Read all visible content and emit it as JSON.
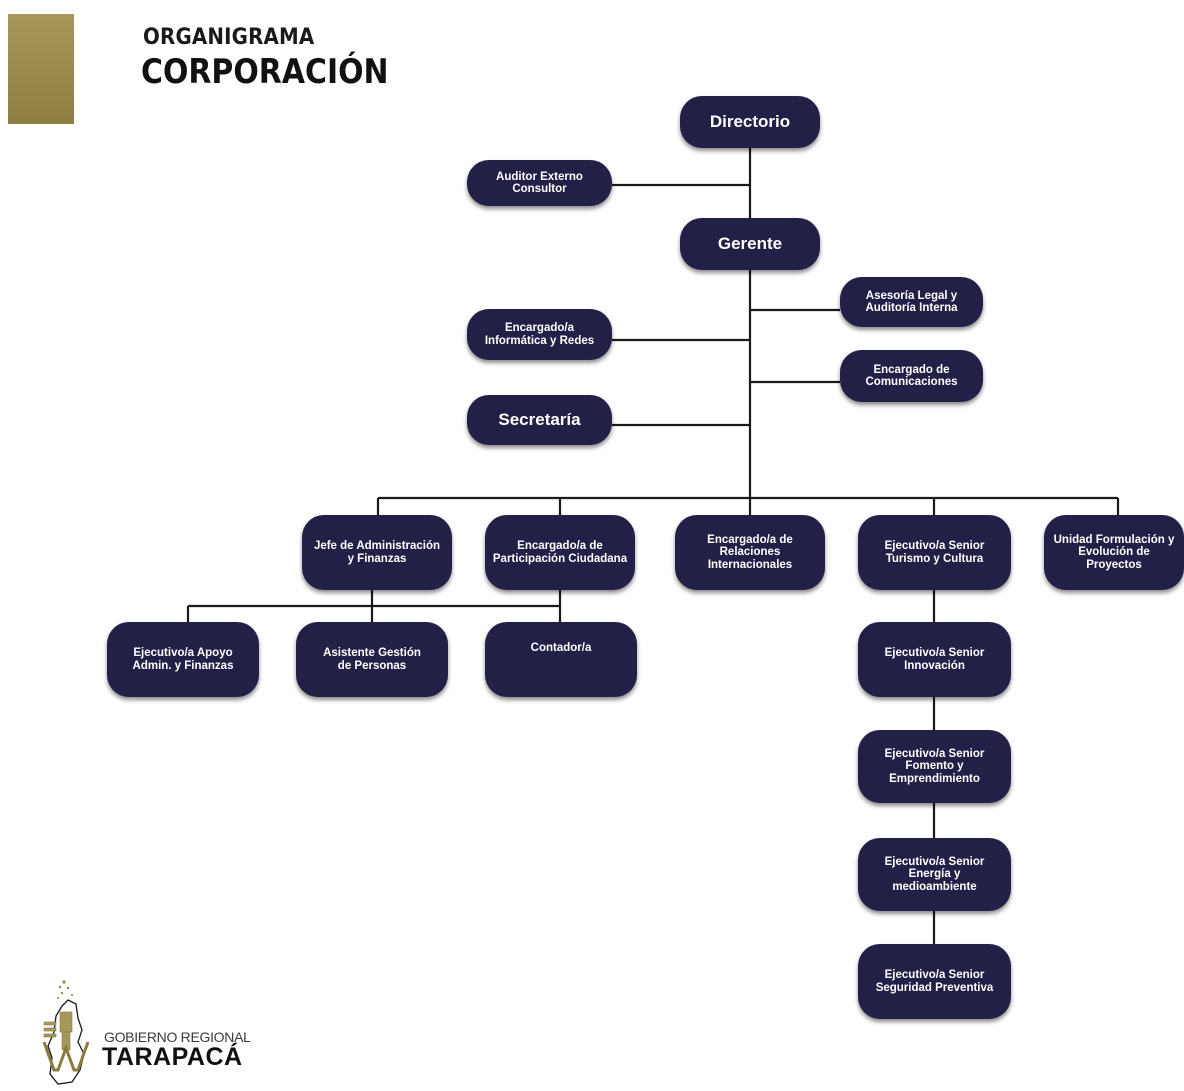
{
  "header": {
    "title_small": "ORGANIGRAMA",
    "title_large": "CORPORACIÓN"
  },
  "nodes": {
    "directorio": "Directorio",
    "auditor": "Auditor Externo\nConsultor",
    "gerente": "Gerente",
    "asesoria": "Asesoría Legal y\nAuditoría Interna",
    "informatica": "Encargado/a\nInformática y Redes",
    "comunicaciones": "Encargado de\nComunicaciones",
    "secretaria": "Secretaría",
    "jefe_admin": "Jefe de Administración\ny Finanzas",
    "participacion": "Encargado/a de\nParticipación Ciudadana",
    "relaciones": "Encargado/a de\nRelaciones Internacionales",
    "turismo": "Ejecutivo/a Senior\nTurismo y Cultura",
    "formulacion": "Unidad Formulación y\nEvolución de Proyectos",
    "apoyo": "Ejecutivo/a Apoyo\nAdmin. y Finanzas",
    "asistente": "Asistente Gestión\nde Personas",
    "contador": "Contador/a",
    "innovacion": "Ejecutivo/a Senior\nInnovación",
    "fomento": "Ejecutivo/a Senior\nFomento y\nEmprendimiento",
    "energia": "Ejecutivo/a Senior\nEnergía y\nmedioambiente",
    "seguridad": "Ejecutivo/a Senior\nSeguridad Preventiva"
  },
  "logo": {
    "line1": "GOBIERNO REGIONAL",
    "line2": "TARAPACÁ"
  },
  "colors": {
    "node": "#232048",
    "accent": "#a8975a",
    "line": "#1a1a1a"
  }
}
